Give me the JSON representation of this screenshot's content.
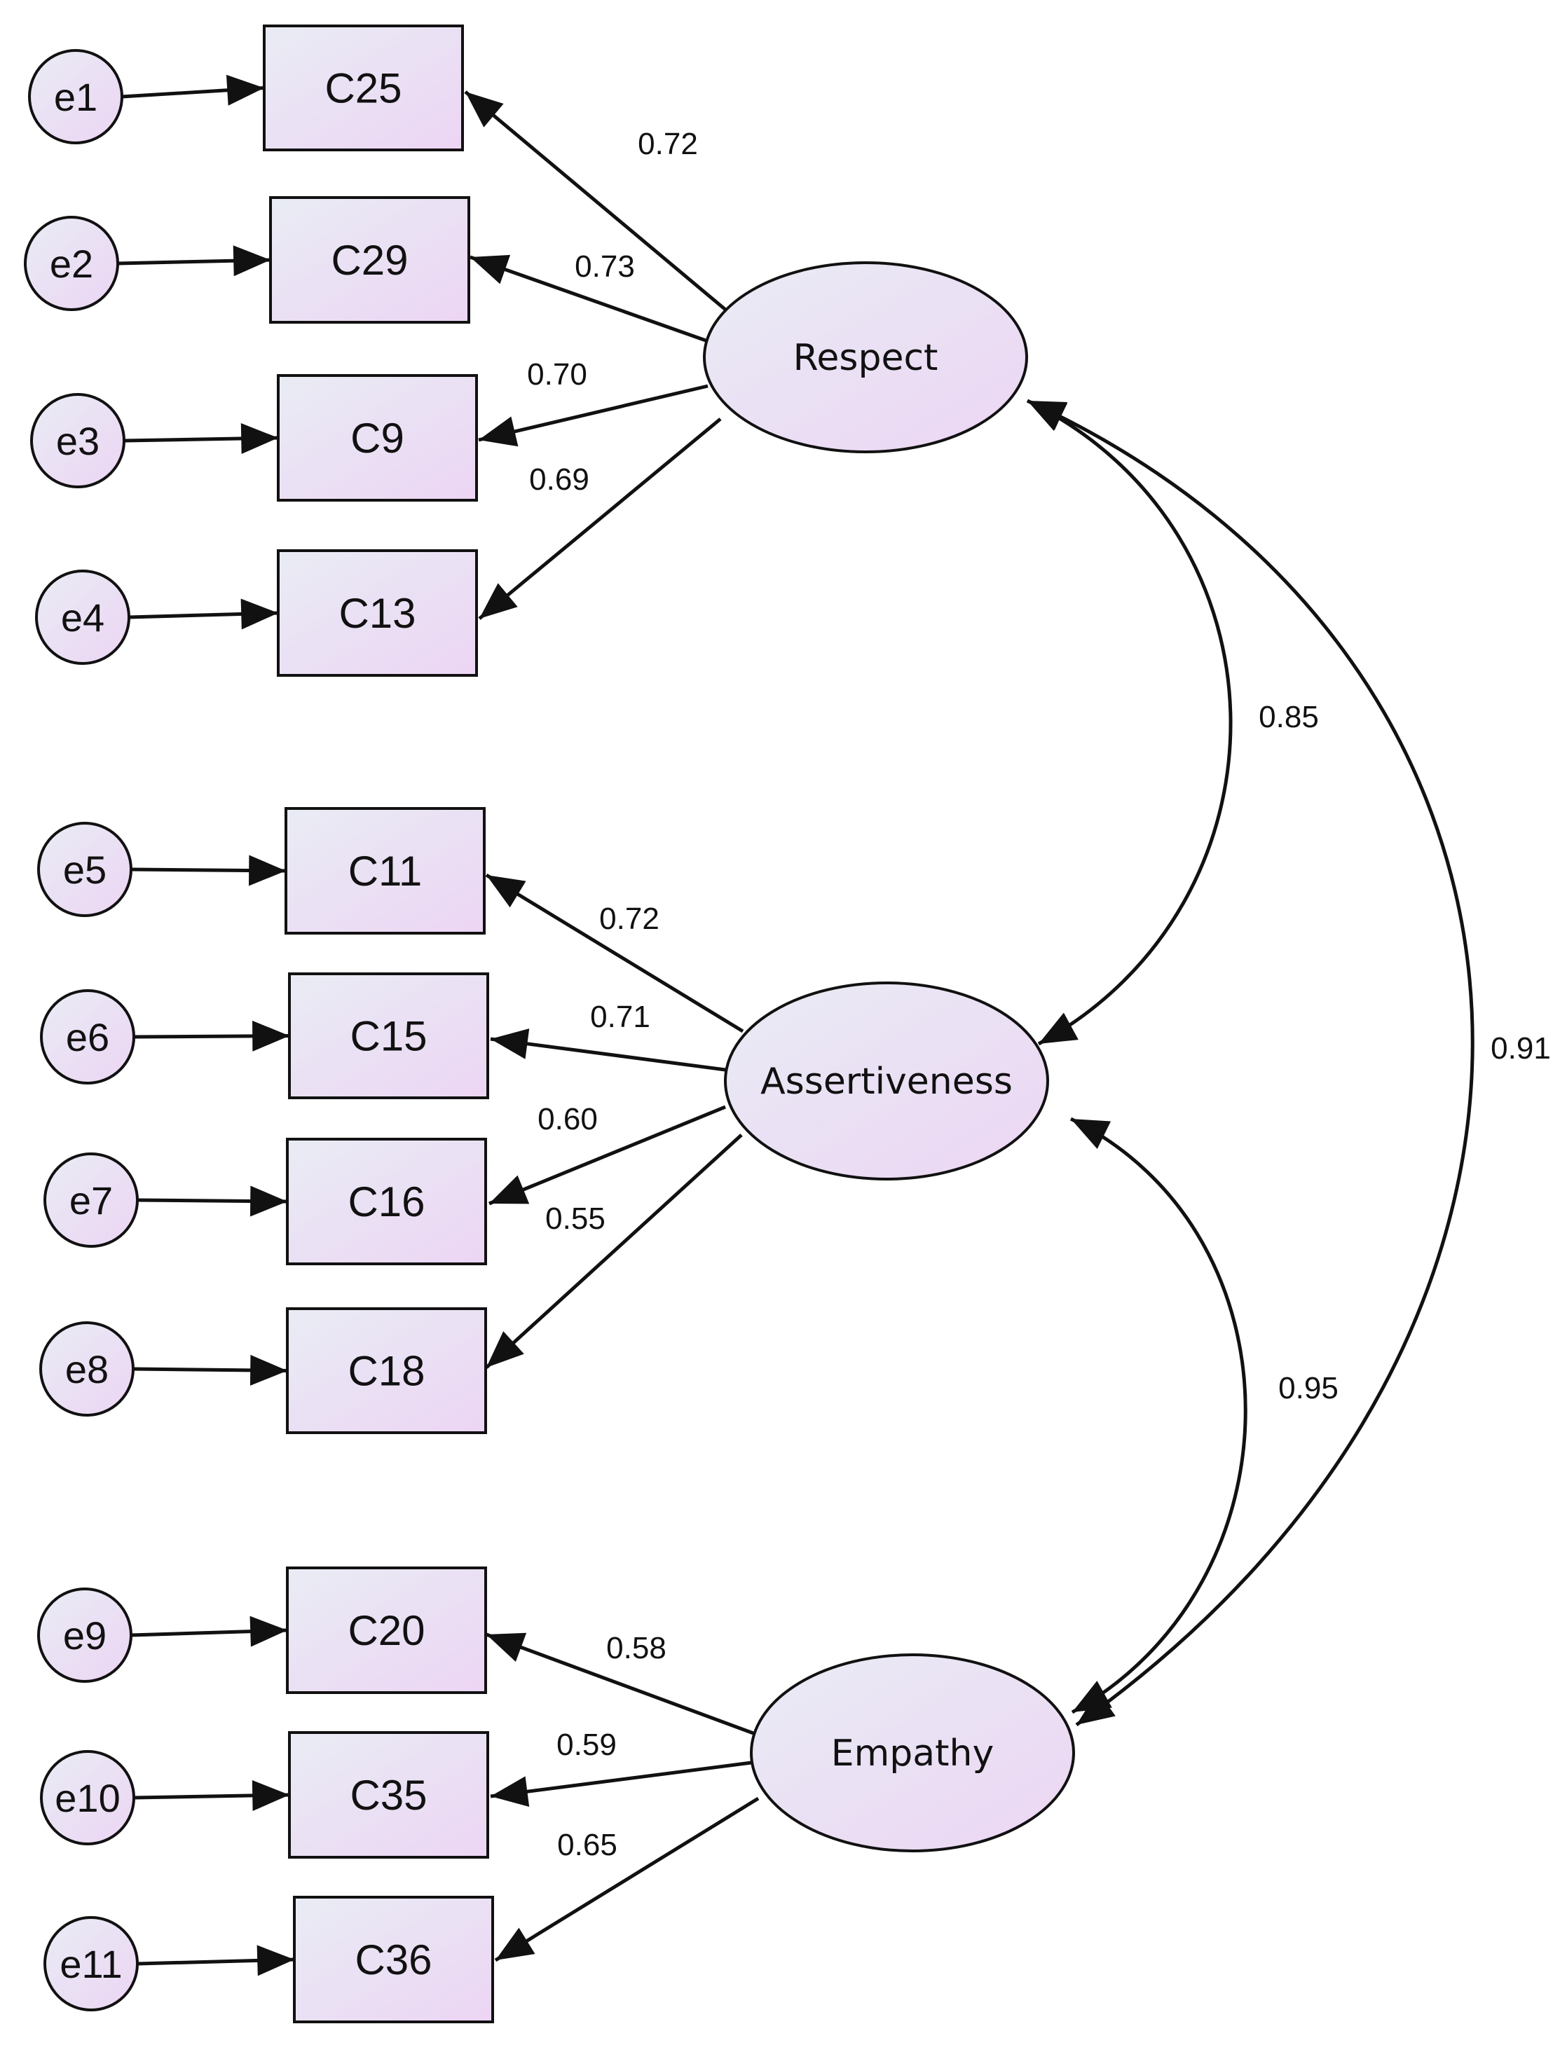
{
  "colors": {
    "stroke": "#111111",
    "fill_light": "#e9ecf4",
    "fill_accent": "#ecd5f4"
  },
  "latents": [
    {
      "id": "respect",
      "label": "Respect"
    },
    {
      "id": "assertiveness",
      "label": "Assertiveness"
    },
    {
      "id": "empathy",
      "label": "Empathy"
    }
  ],
  "indicators": [
    {
      "id": "C25",
      "error": "e1",
      "factor": "respect",
      "loading": "0.72"
    },
    {
      "id": "C29",
      "error": "e2",
      "factor": "respect",
      "loading": "0.73"
    },
    {
      "id": "C9",
      "error": "e3",
      "factor": "respect",
      "loading": "0.70"
    },
    {
      "id": "C13",
      "error": "e4",
      "factor": "respect",
      "loading": "0.69"
    },
    {
      "id": "C11",
      "error": "e5",
      "factor": "assertiveness",
      "loading": "0.72"
    },
    {
      "id": "C15",
      "error": "e6",
      "factor": "assertiveness",
      "loading": "0.71"
    },
    {
      "id": "C16",
      "error": "e7",
      "factor": "assertiveness",
      "loading": "0.60"
    },
    {
      "id": "C18",
      "error": "e8",
      "factor": "assertiveness",
      "loading": "0.55"
    },
    {
      "id": "C20",
      "error": "e9",
      "factor": "empathy",
      "loading": "0.58"
    },
    {
      "id": "C35",
      "error": "e10",
      "factor": "empathy",
      "loading": "0.59"
    },
    {
      "id": "C36",
      "error": "e11",
      "factor": "empathy",
      "loading": "0.65"
    }
  ],
  "correlations": [
    {
      "from": "respect",
      "to": "assertiveness",
      "value": "0.85"
    },
    {
      "from": "assertiveness",
      "to": "empathy",
      "value": "0.95"
    },
    {
      "from": "respect",
      "to": "empathy",
      "value": "0.91"
    }
  ]
}
